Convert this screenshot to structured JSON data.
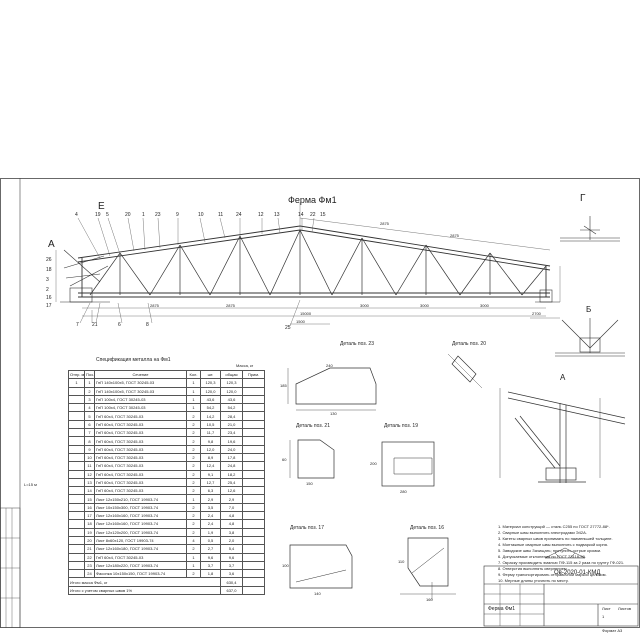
{
  "sheet": {
    "title": "Ферма Фм1",
    "spec_title": "Спецификация металла на Фм1",
    "spec_headers": [
      "Отпр. марка",
      "Поз.",
      "Сечение",
      "Кол.",
      "Масса, кг",
      "шт.",
      "общая",
      "Прим."
    ],
    "spec_rows": [
      [
        "1",
        "1",
        "ГнП 140х100х5, ГОСТ 30245-03",
        "1",
        "120,3",
        "120,3"
      ],
      [
        "",
        "2",
        "ГнП 140х100х5, ГОСТ 30245-03",
        "1",
        "120,0",
        "120,0"
      ],
      [
        "",
        "3",
        "ГнП 100х4, ГОСТ 30245-03",
        "1",
        "43,6",
        "43,6"
      ],
      [
        "",
        "4",
        "ГнП 100х4, ГОСТ 30245-03",
        "1",
        "54,2",
        "54,2"
      ],
      [
        "",
        "5",
        "ГнП 60х4, ГОСТ 30245-03",
        "2",
        "14,2",
        "28,4"
      ],
      [
        "",
        "6",
        "ГнП 60х4, ГОСТ 30245-03",
        "2",
        "10,5",
        "21,0"
      ],
      [
        "",
        "7",
        "ГнП 60х4, ГОСТ 30245-03",
        "2",
        "11,7",
        "23,4"
      ],
      [
        "",
        "8",
        "ГнП 60х4, ГОСТ 30245-03",
        "2",
        "9,8",
        "19,6"
      ],
      [
        "",
        "9",
        "ГнП 60х4, ГОСТ 30245-03",
        "2",
        "12,0",
        "24,0"
      ],
      [
        "",
        "10",
        "ГнП 60х4, ГОСТ 30245-03",
        "2",
        "8,9",
        "17,8"
      ],
      [
        "",
        "11",
        "ГнП 60х4, ГОСТ 30245-03",
        "2",
        "12,4",
        "24,8"
      ],
      [
        "",
        "12",
        "ГнП 60х4, ГОСТ 30245-03",
        "2",
        "9,1",
        "18,2"
      ],
      [
        "",
        "13",
        "ГнП 60х4, ГОСТ 30245-03",
        "2",
        "12,7",
        "25,4"
      ],
      [
        "",
        "14",
        "ГнП 60х4, ГОСТ 30245-03",
        "2",
        "6,3",
        "12,6"
      ],
      [
        "",
        "15",
        "Лист 12х150х210, ГОСТ 19903-74",
        "1",
        "2,9",
        "2,9"
      ],
      [
        "",
        "16",
        "Лист 10х150х300, ГОСТ 19903-74",
        "2",
        "3,5",
        "7,0"
      ],
      [
        "",
        "17",
        "Лист 12х160х160, ГОСТ 19903-74",
        "2",
        "2,4",
        "4,8"
      ],
      [
        "",
        "18",
        "Лист 12х160х160, ГОСТ 19903-74",
        "2",
        "2,4",
        "4,8"
      ],
      [
        "",
        "19",
        "Лист 12х120х200, ГОСТ 19903-74",
        "2",
        "1,9",
        "3,8"
      ],
      [
        "",
        "20",
        "Лист 8х60х120, ГОСТ 19903-74",
        "4",
        "0,5",
        "2,0"
      ],
      [
        "",
        "21",
        "Лист 12х160х180, ГОСТ 19903-74",
        "2",
        "2,7",
        "5,4"
      ],
      [
        "",
        "22",
        "ГнП 60х4, ГОСТ 30245-03",
        "1",
        "9,6",
        "9,6"
      ],
      [
        "",
        "23",
        "Лист 12х180х220, ГОСТ 19903-74",
        "1",
        "3,7",
        "3,7"
      ],
      [
        "",
        "24",
        "Фасонка 10х150х150, ГОСТ 19903-74",
        "2",
        "1,8",
        "3,6"
      ]
    ],
    "spec_total_1": "Итого масса Фм1, кг",
    "spec_total_1_val": "630,4",
    "spec_total_2": "Итого с учетом сварных швов 1%",
    "spec_total_2_val": "637,0",
    "side_dim": "L=15 м",
    "labels": {
      "elev_left": "Е",
      "elev_right": "Г",
      "node_a": "А",
      "node_b": "Б",
      "node_a2": "А"
    },
    "details": [
      {
        "label": "Деталь поз. 23"
      },
      {
        "label": "Деталь поз. 20"
      },
      {
        "label": "Деталь поз. 21"
      },
      {
        "label": "Деталь поз. 19"
      },
      {
        "label": "Деталь поз. 17"
      },
      {
        "label": "Деталь поз. 16"
      }
    ],
    "notes": [
      "1. Материал конструкций — сталь С255 по ГОСТ 27772-88*.",
      "2. Сварные швы выполнять электродами Э42А.",
      "3. Катеты сварных швов принимать по наименьшей толщине.",
      "4. Монтажные сварные швы выполнять с подваркой корня.",
      "5. Заводские швы Зачищать; притупить острые кромки.",
      "6. Допускаемые отклонения по ГОСТ 23118-99.",
      "7. Окраску производить эмалью ПФ-115 за 2 раза по грунту ГФ-021.",
      "8. Отверстия выполнять сверлением.",
      "9. Ферму транспортировать отправочной маркой целиком.",
      "10. Мерные длины уточнить по месту."
    ],
    "stamp": {
      "code": "Ов-2020-01-КМД",
      "sheet_name": "Ферма Фм1",
      "sheet": "Лист",
      "sheets": "Листов",
      "sheet_no": "1",
      "format": "Формат А3"
    },
    "dims": [
      "2875",
      "2875",
      "2875",
      "2875",
      "15000",
      "3000",
      "3000",
      "3000",
      "2700",
      "1500",
      "240",
      "130",
      "185",
      "150",
      "60",
      "280",
      "200",
      "140",
      "100",
      "160",
      "110"
    ],
    "member_labels": [
      "4",
      "19",
      "5",
      "20",
      "1",
      "23",
      "9",
      "10",
      "11",
      "24",
      "12",
      "13",
      "14",
      "22",
      "15",
      "18",
      "3",
      "2",
      "17",
      "16",
      "7",
      "8",
      "21",
      "6",
      "25",
      "26"
    ]
  }
}
